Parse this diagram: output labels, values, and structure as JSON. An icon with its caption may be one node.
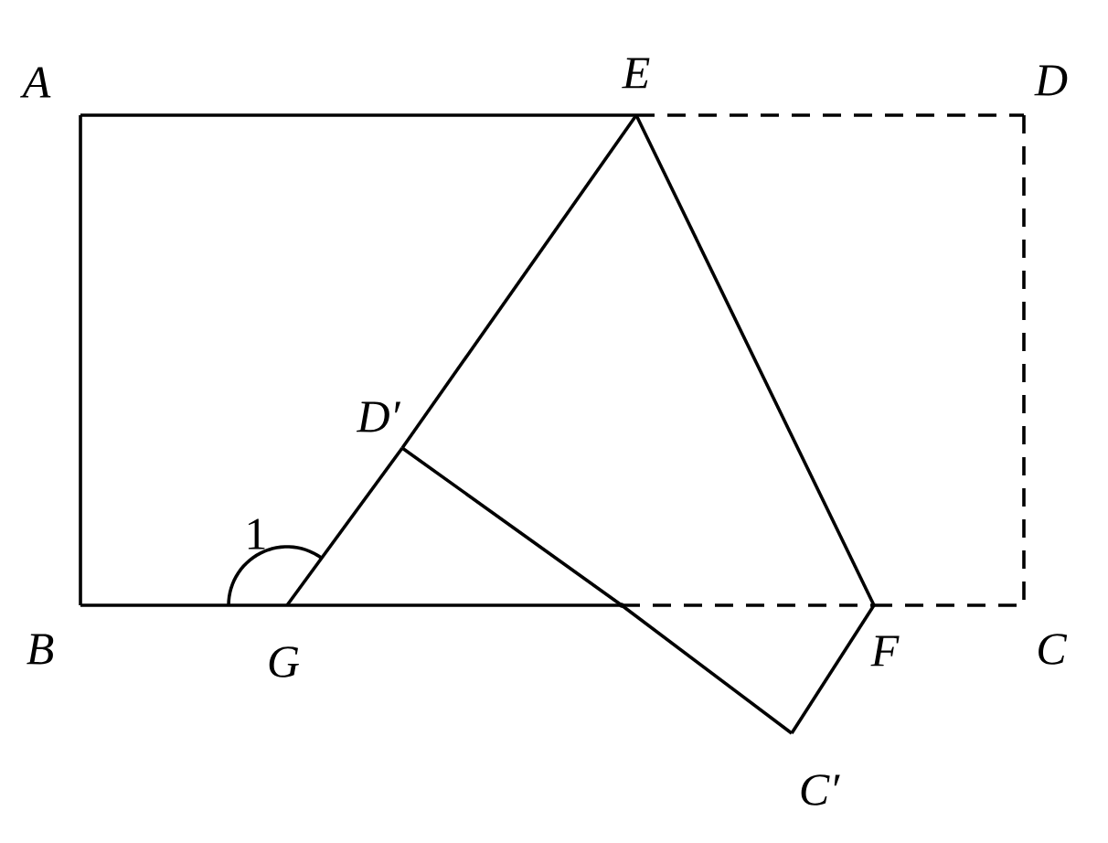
{
  "diagram": {
    "nodes": [
      {
        "text": [
          "A"
        ]
      },
      {
        "text": [
          "E"
        ]
      },
      {
        "text": [
          "D"
        ]
      },
      {
        "text": [
          "D′"
        ]
      },
      {
        "text": [
          "B"
        ]
      },
      {
        "text": [
          "G"
        ]
      },
      {
        "text": [
          "F"
        ]
      },
      {
        "text": [
          "C"
        ]
      },
      {
        "text": [
          "C′"
        ]
      },
      {
        "text": [],
        "shape": "point"
      }
    ],
    "edges": [
      {
        "from": 0,
        "to": 1,
        "arrow": "none"
      },
      {
        "from": 1,
        "to": 2,
        "arrow": "none",
        "style": "dashed"
      },
      {
        "from": 2,
        "to": 7,
        "arrow": "none",
        "style": "dashed"
      },
      {
        "from": 0,
        "to": 4,
        "arrow": "none"
      },
      {
        "from": 4,
        "to": 5,
        "arrow": "none"
      },
      {
        "from": 5,
        "to": 9,
        "arrow": "none"
      },
      {
        "from": 9,
        "to": 6,
        "arrow": "none",
        "style": "dashed"
      },
      {
        "from": 6,
        "to": 7,
        "arrow": "none",
        "style": "dashed"
      },
      {
        "from": 5,
        "to": 3,
        "arrow": "none"
      },
      {
        "from": 3,
        "to": 1,
        "arrow": "none"
      },
      {
        "from": 1,
        "to": 6,
        "arrow": "none"
      },
      {
        "from": 3,
        "to": 9,
        "arrow": "none"
      },
      {
        "from": 9,
        "to": 8,
        "arrow": "none"
      },
      {
        "from": 8,
        "to": 6,
        "arrow": "none"
      }
    ],
    "labels": [
      "1"
    ]
  }
}
